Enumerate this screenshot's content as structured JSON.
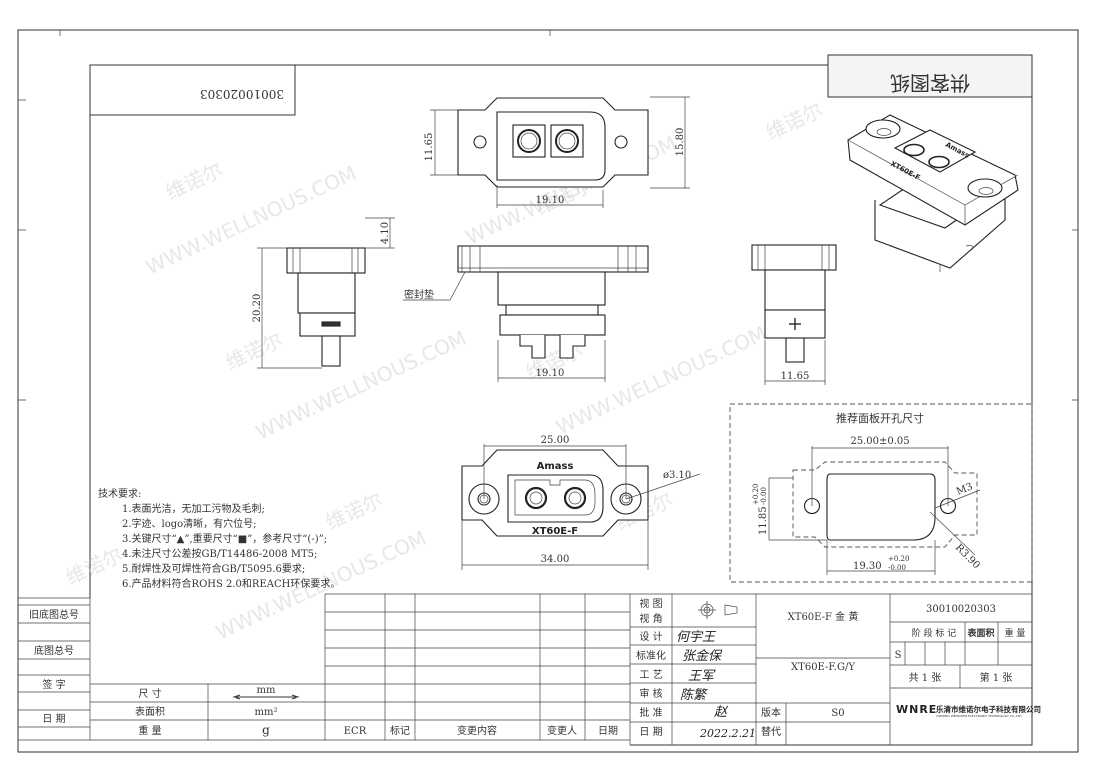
{
  "drawing": {
    "part_number": "30010020303",
    "stamp": "供客图纸",
    "watermark_cn": "维诺尔",
    "watermark_en": "WWW.WELLNOUS.COM"
  },
  "views": {
    "top": {
      "dim_height_inner": "11.65",
      "dim_height_outer": "15.80",
      "dim_width": "19.10"
    },
    "front": {
      "seal_label": "密封垫",
      "dim_width": "19.10"
    },
    "left": {
      "dim_flange": "4.10",
      "dim_height": "20.20"
    },
    "right": {
      "dim_width": "11.65"
    },
    "bottom": {
      "dim_hole_pitch": "25.00",
      "dim_overall": "34.00",
      "dim_hole_dia": "ø3.10",
      "brand": "Amass",
      "model": "XT60E-F"
    },
    "iso": {
      "brand": "Amass",
      "model": "XT60E-F"
    }
  },
  "panel_cutout": {
    "title": "推荐面板开孔尺寸",
    "dim_pitch": "25.00±0.05",
    "dim_height": "11.85",
    "dim_height_tol_upper": "+0.20",
    "dim_height_tol_lower": "-0.00",
    "dim_width": "19.30",
    "dim_width_tol_upper": "+0.20",
    "dim_width_tol_lower": "-0.00",
    "thread": "M3",
    "radius": "R3.90"
  },
  "tech_requirements": {
    "title": "技术要求:",
    "items": [
      "1.表面光洁，无加工污物及毛刺;",
      "2.字迹、logo清晰，有穴位号;",
      "3.关键尺寸“▲”,重要尺寸“■”，参考尺寸“(-)”;",
      "4.未注尺寸公差按GB/T14486-2008 MT5;",
      "5.耐焊性及可焊性符合GB/T5095.6要求;",
      "6.产品材料符合ROHS 2.0和REACH环保要求。"
    ]
  },
  "left_table": {
    "labels": [
      "旧底图总号",
      "底图总号",
      "签  字",
      "日  期"
    ]
  },
  "units": {
    "rows": [
      {
        "label": "尺  寸",
        "unit": "mm"
      },
      {
        "label": "表面积",
        "unit": "mm²"
      },
      {
        "label": "重  量",
        "unit": "g"
      }
    ]
  },
  "revision_table": {
    "headers": [
      "ECR",
      "标记",
      "变更内容",
      "变更人",
      "日期"
    ]
  },
  "title_block": {
    "row_labels": [
      "视  图\n视  角",
      "设  计",
      "标准化",
      "工  艺",
      "审  核",
      "批  准",
      "日  期"
    ],
    "view_label_1": "视  图",
    "view_label_2": "视  角",
    "design": "设  计",
    "standard": "标准化",
    "process": "工  艺",
    "review": "审  核",
    "approve": "批  准",
    "date": "日  期",
    "signature_design": "何宇王",
    "signature_standard": "张金保",
    "signature_process": "王军",
    "signature_review": "陈繁",
    "signature_approve": "赵",
    "signed_date": "2022.2.21",
    "part_name": "XT60E-F 金 黄",
    "drawing_code": "XT60E-F.G/Y",
    "version_label": "版本",
    "version": "S0",
    "replace_label": "替代",
    "number": "30010020303",
    "stage_headers": [
      "阶 段 标 记",
      "表面积",
      "重 量"
    ],
    "stage_value": "S",
    "sheet_total_label": "共  1  张",
    "sheet_index_label": "第  1  张",
    "company_logo": "WNRE",
    "company_name": "乐清市维诺尔电子科技有限公司",
    "company_name_en": "YUEQING WEINUOER ELECTRONIC TECHNOLOGY CO.,LTD."
  }
}
